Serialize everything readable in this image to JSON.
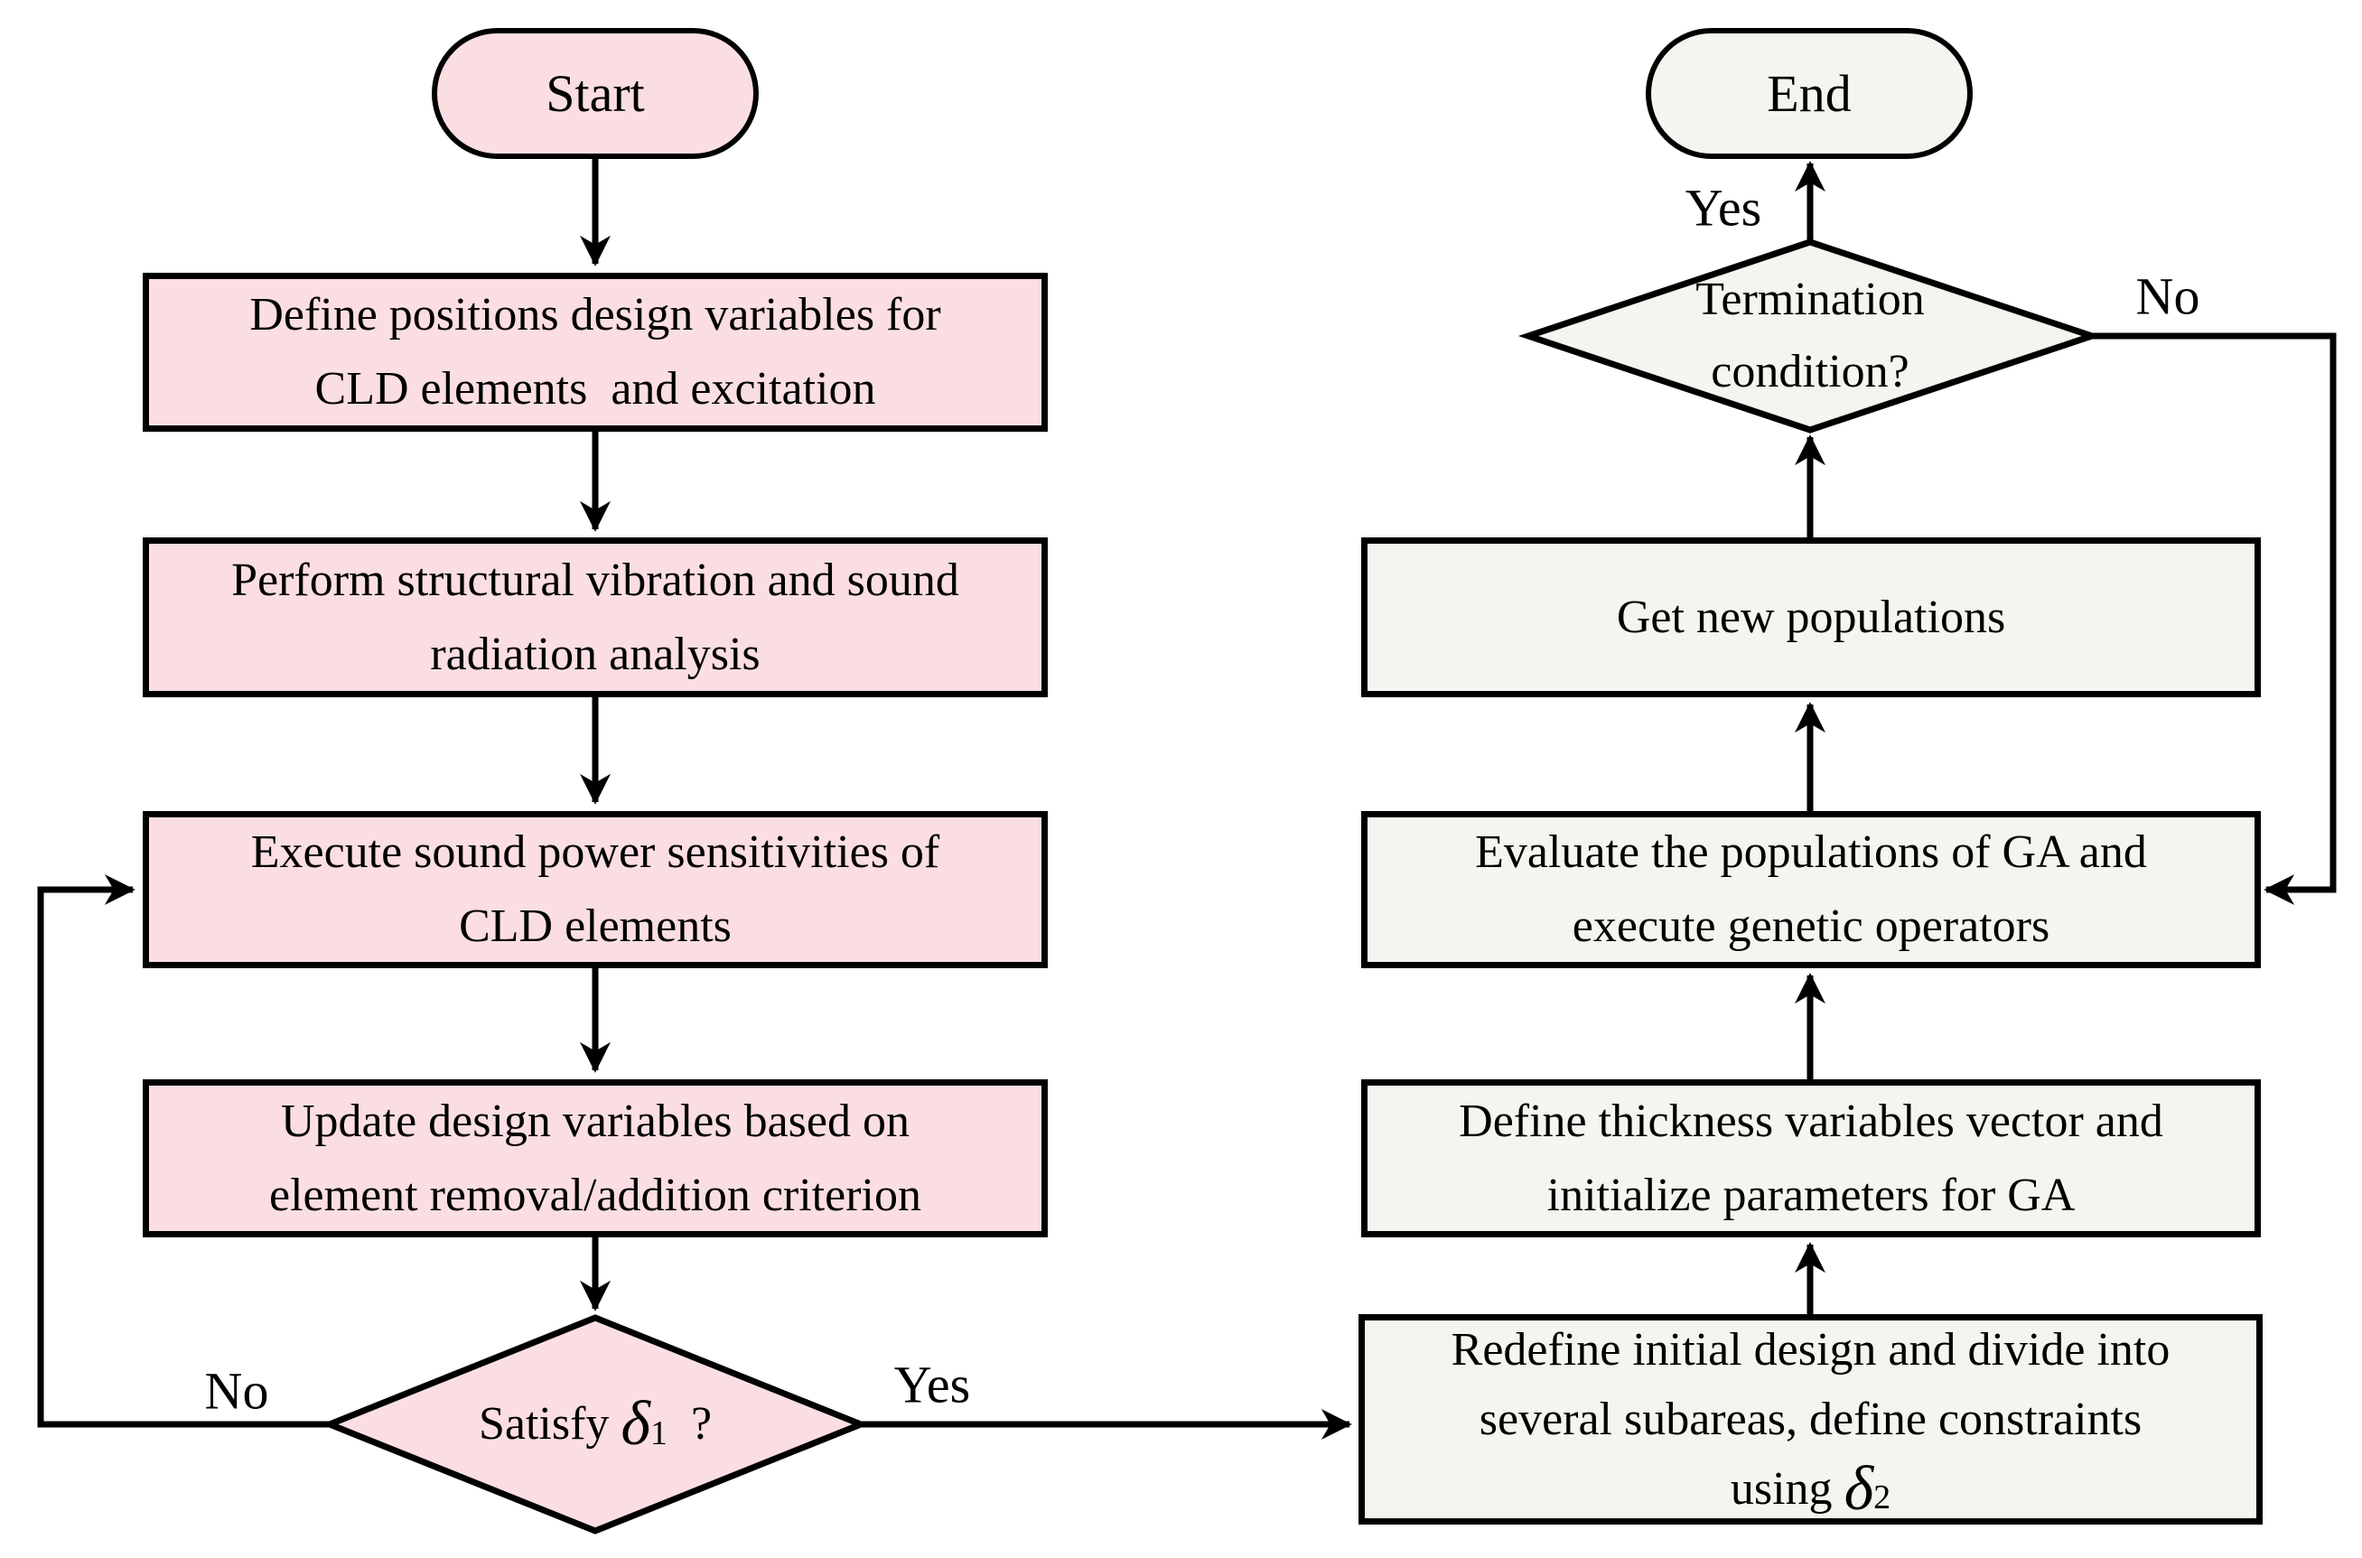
{
  "colors": {
    "left_fill": "#fbdee2",
    "right_fill": "#f3f6ee",
    "stroke": "#000000",
    "background": "#ffffff"
  },
  "left_flow": {
    "start_label": "Start",
    "steps": [
      {
        "lines": [
          "Define positions design variables for",
          "CLD elements  and excitation"
        ]
      },
      {
        "lines": [
          "Perform structural vibration and sound",
          "radiation analysis"
        ]
      },
      {
        "lines": [
          "Execute sound power sensitivities of",
          "CLD elements"
        ]
      },
      {
        "lines": [
          "Update design variables based on",
          "element removal/addition criterion"
        ]
      }
    ],
    "decision": {
      "prefix": "Satisfy ",
      "symbol": "δ",
      "subscript": "1",
      "suffix": "  ?"
    },
    "no_label": "No",
    "yes_label": "Yes"
  },
  "right_flow": {
    "end_label": "End",
    "decision": {
      "lines": [
        "Termination",
        "condition?"
      ]
    },
    "yes_label": "Yes",
    "no_label": "No",
    "steps": [
      {
        "lines": [
          "Get new populations"
        ]
      },
      {
        "lines": [
          "Evaluate the populations of GA and",
          "execute genetic operators"
        ]
      },
      {
        "lines": [
          "Define thickness variables vector and",
          "initialize parameters for GA"
        ]
      },
      {
        "lines": [
          "Redefine initial design and divide into",
          "several subareas, define constraints"
        ],
        "line3": {
          "prefix": "using ",
          "symbol": "δ",
          "subscript": "2"
        }
      }
    ]
  }
}
